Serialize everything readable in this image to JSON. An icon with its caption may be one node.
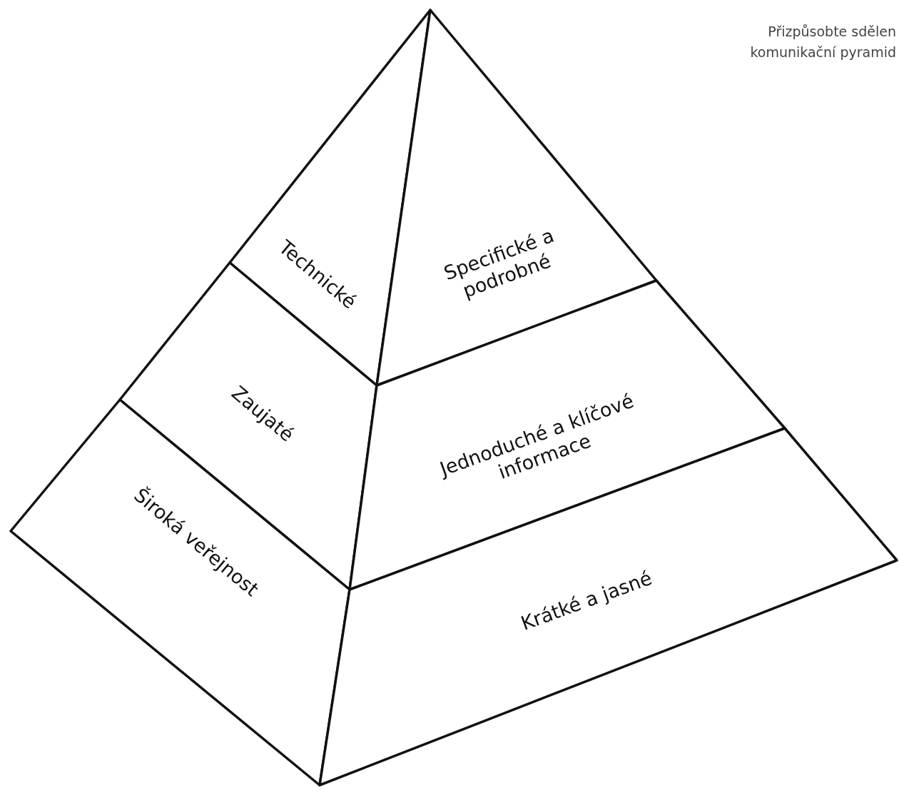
{
  "diagram": {
    "nodes": [
      {
        "text": [
          "Technické"
        ]
      },
      {
        "text": [
          "Specifické a podrobné"
        ]
      },
      {
        "text": [
          "Zaujaté"
        ]
      },
      {
        "text": [
          "Jednoduché a klíčové informace"
        ]
      },
      {
        "text": [
          "Široká veřejnost"
        ]
      },
      {
        "text": [
          "Krátké a jasné"
        ]
      }
    ],
    "labels": [
      "Přizpůsobte sdělen komunikační pyramid"
    ]
  }
}
